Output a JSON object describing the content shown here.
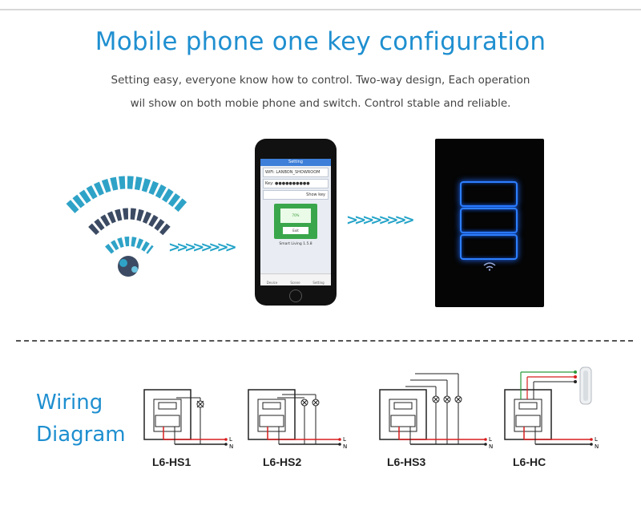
{
  "header": {
    "title": "Mobile phone one key configuration",
    "subtitle_line1": "Setting easy, everyone know how to control. Two-way design, Each operation",
    "subtitle_line2": "wil show on both mobie phone and switch. Control stable and reliable."
  },
  "phone": {
    "app_bar": "Setting",
    "wifi_label": "WiFi: LANBON_SHOWROOM",
    "key_label": "Key: ●●●●●●●●●●",
    "show_key": "Show key",
    "progress": "70%",
    "exit_button": "Exit",
    "app_name": "Smart Living 1.5.8",
    "tabs": [
      "Device",
      "Scene",
      "Setting"
    ]
  },
  "wiring": {
    "title_line1": "Wiring",
    "title_line2": "Diagram",
    "terminal_L": "L",
    "terminal_N": "N",
    "diagrams": [
      {
        "label": "L6-HS1"
      },
      {
        "label": "L6-HS2"
      },
      {
        "label": "L6-HS3"
      },
      {
        "label": "L6-HC"
      }
    ]
  },
  "colors": {
    "accent": "#1f8fd0",
    "wire_red": "#d81e1e",
    "wire_green": "#2a9a3a",
    "glow": "#2d7fff"
  }
}
